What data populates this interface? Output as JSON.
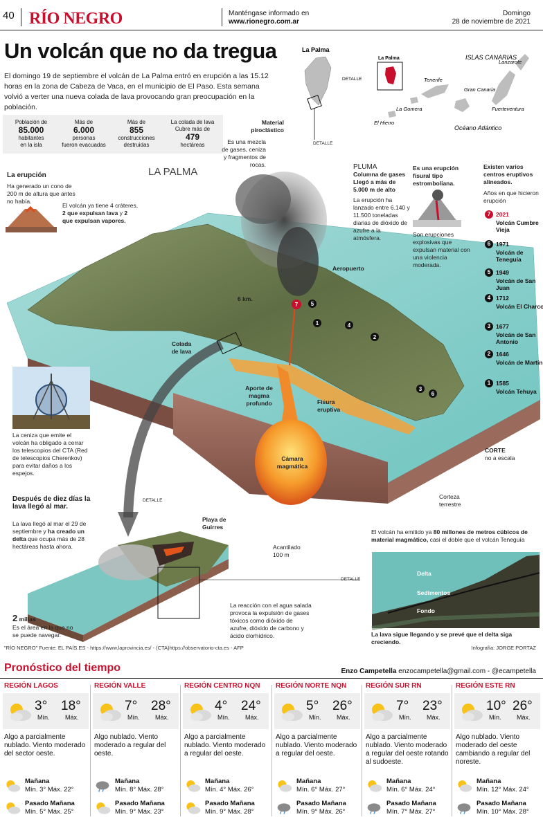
{
  "masthead": {
    "page_number": "40",
    "logo": "RÍO NEGRO",
    "keep_informed": "Manténgase informado en",
    "website": "www.rionegro.com.ar",
    "weekday": "Domingo",
    "date": "28 de noviembre de 2021"
  },
  "article": {
    "headline": "Un volcán que no da tregua",
    "lede": "El domingo 19 de septiembre el volcán de La Palma entró en erupción a las 15.12 horas en la zona de Cabeza de Vaca, en el municipio de El Paso. Esta semana volvió a verter una nueva colada de lava provocando gran preocupación en la población."
  },
  "stats": [
    {
      "label": "Población de",
      "value": "85.000",
      "unit": "habitantes",
      "extra": "en la isla"
    },
    {
      "label": "Más de",
      "value": "6.000",
      "unit": "personas",
      "extra": "fueron evacuadas"
    },
    {
      "label": "Más de",
      "value": "855",
      "unit": "construcciones",
      "extra": "destruidas"
    },
    {
      "label": "La colada de lava",
      "value": "479",
      "unit": "Cubre más de",
      "extra": "hectáreas"
    }
  ],
  "map": {
    "la_palma_label": "La Palma",
    "detalle": "DETALLE",
    "inset_label": "La Palma",
    "islas_canarias": "ISLAS CANARIAS",
    "islands": [
      "Lanzarote",
      "Tenerife",
      "La Gomera",
      "Gran Canaria",
      "Fuerteventura",
      "El Hierro"
    ],
    "ocean": "Océano Atlántico"
  },
  "illustration": {
    "la_palma": "LA PALMA",
    "material_title": "Material piroclástico",
    "material_text": "Es una mezcla de gases, ceniza y fragmentos de rocas.",
    "detalle": "DETALLE",
    "pluma_title": "PLUMA",
    "pluma_bold": "Columna de gases Llegó a más de 5.000 m de alto",
    "pluma_text": "La erupción ha lanzado entre 6.140 y 11.500 toneladas diarias de dióxido de azufre a la atmósfera.",
    "fisural_title": "Es una erupción fisural tipo estromboliana.",
    "fisural_text": "Son erupciones explosivas que expulsan material con una violencia moderada.",
    "centros_title": "Existen varios centros eruptivos alineados.",
    "centros_sub": "Años en que hicieron erupción",
    "erupcion_title": "La erupción",
    "erupcion_text": "Ha generado un cono de 200 m de altura que antes no había.",
    "crateres_text": "El volcán ya tiene 4 cráteres,",
    "crateres_bold1": "2 que expulsan lava",
    "crateres_y": "y",
    "crateres_bold2": "2 que expulsan vapores.",
    "aeropuerto": "Aeropuerto",
    "km": "6 km.",
    "colada": "Colada de lava",
    "aporte": "Aporte de magma profundo",
    "fisura": "Fisura eruptiva",
    "camara": "Cámara magmática",
    "corte_title": "CORTE",
    "corte_text": "no a escala",
    "corteza": "Corteza terrestre",
    "telescopio_text": "La ceniza que emite el volcán ha obligado a cerrar los telescopios del CTA (Red de telescopios Cherenkov) para evitar daños a los espejos.",
    "diez_dias_title": "Después de diez días la lava llegó al mar.",
    "diez_dias_text1": "La lava llegó al mar el 29 de septiembre y",
    "diez_dias_bold": "ha creado un delta",
    "diez_dias_text2": "que ocupa más de 28 hectáreas hasta ahora.",
    "playa": "Playa de Guirres",
    "acantilado": "Acantilado",
    "acantilado_m": "100 m",
    "millas_value": "2",
    "millas_unit": "millas",
    "millas_text": "Es el área en la que no se puede navegar.",
    "reaccion_text": "La reacción con el agua salada provoca la expulsión de gases tóxicos como dióxido de azufre, dióxido de carbono y ácido clorhídrico.",
    "emitido_text1": "El volcán ha emitido ya",
    "emitido_bold": "80 millones de metros cúbicos de material magmático,",
    "emitido_text2": "casi el doble que el volcán Teneguía",
    "delta": "Delta",
    "sedimentos": "Sedimentos",
    "fondo": "Fondo",
    "sigue": "La lava sigue llegando y se prevé que el delta siga creciendo."
  },
  "eruptions": [
    {
      "n": "7",
      "year": "2021",
      "name": "Volcán Cumbre Vieja",
      "red": true
    },
    {
      "n": "6",
      "year": "1971",
      "name": "Volcán de Teneguía"
    },
    {
      "n": "5",
      "year": "1949",
      "name": "Volcán de San Juan"
    },
    {
      "n": "4",
      "year": "1712",
      "name": "Volcán El Charco"
    },
    {
      "n": "3",
      "year": "1677",
      "name": "Volcán de San Antonio"
    },
    {
      "n": "2",
      "year": "1646",
      "name": "Volcán de Martín"
    },
    {
      "n": "1",
      "year": "1585",
      "name": "Volcán Tehuya"
    }
  ],
  "credits": {
    "left": "\"RÍO NEGRO\"        Fuente: EL PAÍS.ES - https://www.laprovincia.es/ - (CTA)https://observatorio-cta.es - AFP",
    "right": "Infografía: JORGE PORTAZ"
  },
  "weather": {
    "title": "Pronóstico del tiempo",
    "author": "Enzo Campetella",
    "contact": "enzocampetella@gmail.com - @ecampetella",
    "min_label": "Mín.",
    "max_label": "Máx.",
    "manana": "Mañana",
    "pasado": "Pasado Mañana",
    "regions": [
      {
        "name": "REGIÓN LAGOS",
        "min": "3°",
        "max": "18°",
        "desc": "Algo a parcialmente nublado. Viento moderado del sector oeste.",
        "m1": "Mín. 3°   Máx. 22°",
        "m2": "Mín. 5°   Máx. 25°"
      },
      {
        "name": "REGIÓN VALLE",
        "min": "7°",
        "max": "28°",
        "desc": " Algo nublado. Viento moderado a regular del oeste.",
        "m1": "Mín. 8°   Máx. 28°",
        "m2": "Mín. 9°   Máx. 23°"
      },
      {
        "name": "REGIÓN CENTRO NQN",
        "min": "4°",
        "max": "24°",
        "desc": " Algo a parcialmente nublado. Viento moderado a regular del oeste.",
        "m1": "Mín. 4°   Máx. 26°",
        "m2": "Mín. 9°   Máx. 28°"
      },
      {
        "name": "REGIÓN NORTE NQN",
        "min": "5°",
        "max": "26°",
        "desc": "Algo a parcialmente nublado. Viento moderado a regular del oeste.",
        "m1": "Mín. 6°   Máx. 27°",
        "m2": "Mín. 9°   Máx. 26°"
      },
      {
        "name": "REGIÓN SUR RN",
        "min": "7°",
        "max": "23°",
        "desc": " Algo a parcialmente nublado. Viento moderado a regular del oeste rotando al sudoeste.",
        "m1": "Mín. 6°   Máx. 24°",
        "m2": "Mín. 7°   Máx. 27°"
      },
      {
        "name": "REGIÓN ESTE RN",
        "min": "10°",
        "max": "26°",
        "desc": "Algo nublado. Viento moderado del oeste cambiando a regular del noreste.",
        "m1": "Mín. 12°  Máx. 24°",
        "m2": "Mín. 10°  Máx. 28°"
      }
    ]
  },
  "colors": {
    "brand_red": "#c8102e",
    "sea": "#6fc4c0",
    "lava": "#f07a1a"
  }
}
